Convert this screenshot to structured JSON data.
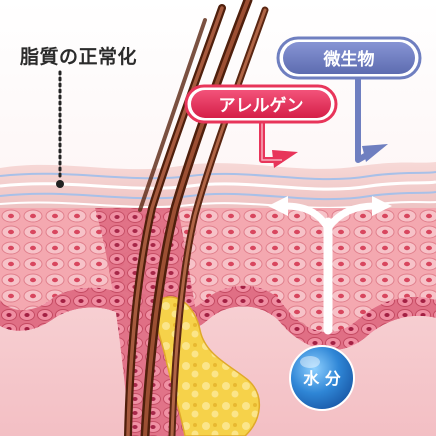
{
  "labels": {
    "lipid": "脂質の正常化",
    "allergen": "アレルゲン",
    "microbe": "微生物",
    "water": "水 分"
  },
  "colors": {
    "allergen_pill": "#e8355a",
    "microbe_pill": "#6f7fc0",
    "water_drop": "#2f86d6",
    "skin_pink": "#f2b3b8",
    "hair_brown": "#7a3b22",
    "fat_yellow": "#f6d24a"
  }
}
